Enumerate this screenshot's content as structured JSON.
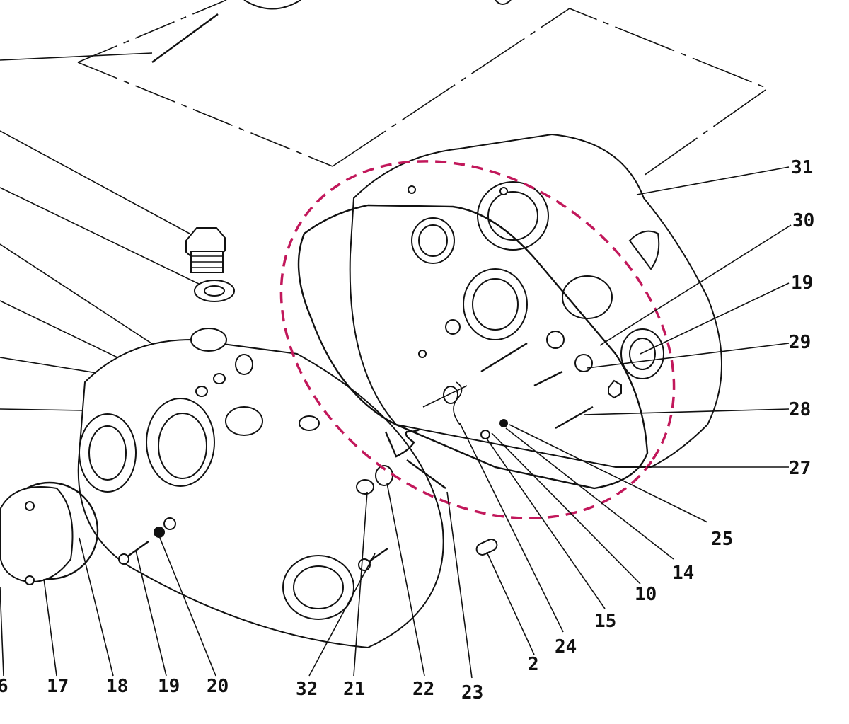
{
  "labels": {
    "l31": "31",
    "l30": "30",
    "l19a": "19",
    "l29": "29",
    "l28": "28",
    "l27": "27",
    "l25": "25",
    "l14": "14",
    "l10": "10",
    "l15": "15",
    "l24": "24",
    "l2": "2",
    "l23": "23",
    "l22": "22",
    "l21": "21",
    "l32": "32",
    "l20": "20",
    "l19b": "19",
    "l18": "18",
    "l17": "17",
    "l16": "6"
  },
  "colors": {
    "ink": "#111111",
    "highlight": "#c2185b",
    "paper": "#ffffff"
  },
  "highlight": {
    "style": "dashed-ellipse",
    "marks": "gasket-27"
  }
}
